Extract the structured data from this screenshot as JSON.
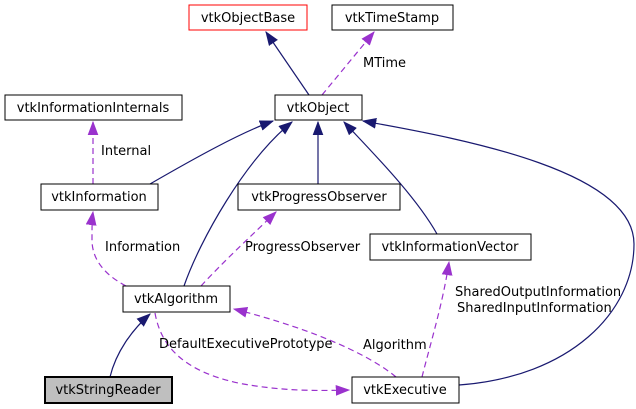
{
  "diagram": {
    "kind": "class-collaboration-diagram",
    "background": "#ffffff"
  },
  "colors": {
    "inheritance_edge": "#191970",
    "usage_edge": "#9a32cd",
    "node_border": "#000000",
    "external_node_border": "#ff0000",
    "node_fill": "#ffffff",
    "current_node_fill": "#bfbfbf",
    "text": "#000000",
    "background": "#ffffff"
  },
  "nodes": [
    {
      "id": "vtkObjectBase",
      "label": "vtkObjectBase",
      "style": "external"
    },
    {
      "id": "vtkTimeStamp",
      "label": "vtkTimeStamp",
      "style": "normal"
    },
    {
      "id": "vtkInformationInternals",
      "label": "vtkInformationInternals",
      "style": "normal"
    },
    {
      "id": "vtkObject",
      "label": "vtkObject",
      "style": "normal"
    },
    {
      "id": "vtkInformation",
      "label": "vtkInformation",
      "style": "normal"
    },
    {
      "id": "vtkProgressObserver",
      "label": "vtkProgressObserver",
      "style": "normal"
    },
    {
      "id": "vtkInformationVector",
      "label": "vtkInformationVector",
      "style": "normal"
    },
    {
      "id": "vtkAlgorithm",
      "label": "vtkAlgorithm",
      "style": "normal"
    },
    {
      "id": "vtkStringReader",
      "label": "vtkStringReader",
      "style": "current"
    },
    {
      "id": "vtkExecutive",
      "label": "vtkExecutive",
      "style": "normal"
    }
  ],
  "edges": [
    {
      "source": "vtkObject",
      "target": "vtkObjectBase",
      "style": "inheritance",
      "label": ""
    },
    {
      "source": "vtkObject",
      "target": "vtkTimeStamp",
      "style": "usage",
      "label": "MTime"
    },
    {
      "source": "vtkInformation",
      "target": "vtkInformationInternals",
      "style": "usage",
      "label": "Internal"
    },
    {
      "source": "vtkInformation",
      "target": "vtkObject",
      "style": "inheritance",
      "label": ""
    },
    {
      "source": "vtkProgressObserver",
      "target": "vtkObject",
      "style": "inheritance",
      "label": ""
    },
    {
      "source": "vtkAlgorithm",
      "target": "vtkObject",
      "style": "inheritance",
      "label": ""
    },
    {
      "source": "vtkInformationVector",
      "target": "vtkObject",
      "style": "inheritance",
      "label": ""
    },
    {
      "source": "vtkExecutive",
      "target": "vtkObject",
      "style": "inheritance",
      "label": ""
    },
    {
      "source": "vtkAlgorithm",
      "target": "vtkInformation",
      "style": "usage",
      "label": "Information"
    },
    {
      "source": "vtkAlgorithm",
      "target": "vtkProgressObserver",
      "style": "usage",
      "label": "ProgressObserver"
    },
    {
      "source": "vtkExecutive",
      "target": "vtkInformationVector",
      "style": "usage",
      "label_lines": {
        "0": "SharedOutputInformation",
        "1": "SharedInputInformation"
      }
    },
    {
      "source": "vtkExecutive",
      "target": "vtkAlgorithm",
      "style": "usage",
      "label": "Algorithm"
    },
    {
      "source": "vtkAlgorithm",
      "target": "vtkExecutive",
      "style": "usage",
      "label": "DefaultExecutivePrototype"
    },
    {
      "source": "vtkStringReader",
      "target": "vtkAlgorithm",
      "style": "inheritance",
      "label": ""
    }
  ]
}
